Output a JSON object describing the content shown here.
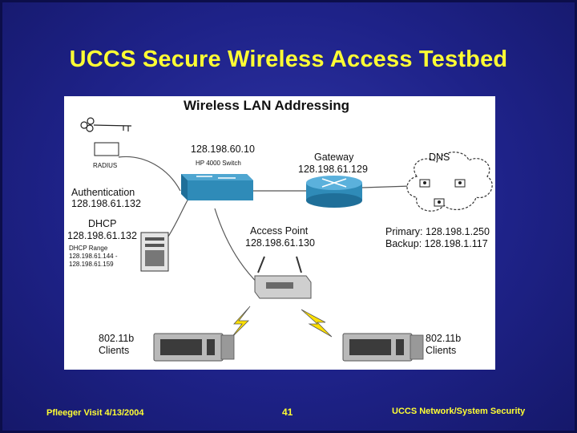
{
  "slide": {
    "title": "UCCS Secure Wireless Access Testbed",
    "footer_left": "Pfleeger Visit 4/13/2004",
    "page_number": "41",
    "footer_right": "UCCS Network/System Security"
  },
  "diagram": {
    "heading": "Wireless LAN Addressing",
    "radius_label": "RADIUS",
    "auth_label": "Authentication",
    "auth_ip": "128.198.61.132",
    "switch_ip": "128.198.60.10",
    "switch_label": "HP 4000 Switch",
    "gateway_label": "Gateway",
    "gateway_ip": "128.198.61.129",
    "dns_label": "DNS",
    "dhcp_label": "DHCP",
    "dhcp_ip": "128.198.61.132",
    "dhcp_range_label": "DHCP Range",
    "dhcp_range_start": "128.198.61.144 -",
    "dhcp_range_end": "128.198.61.159",
    "ap_label": "Access Point",
    "ap_ip": "128.198.61.130",
    "dns_primary": "Primary: 128.198.1.250",
    "dns_backup": "Backup: 128.198.1.117",
    "clients_left_1": "802.11b",
    "clients_left_2": "Clients",
    "clients_right_1": "802.11b",
    "clients_right_2": "Clients"
  },
  "colors": {
    "background": "#1e2288",
    "title": "#ffff33",
    "footer": "#ffff33",
    "device_blue": "#2f8bb8",
    "lightning": "#ffe000"
  }
}
